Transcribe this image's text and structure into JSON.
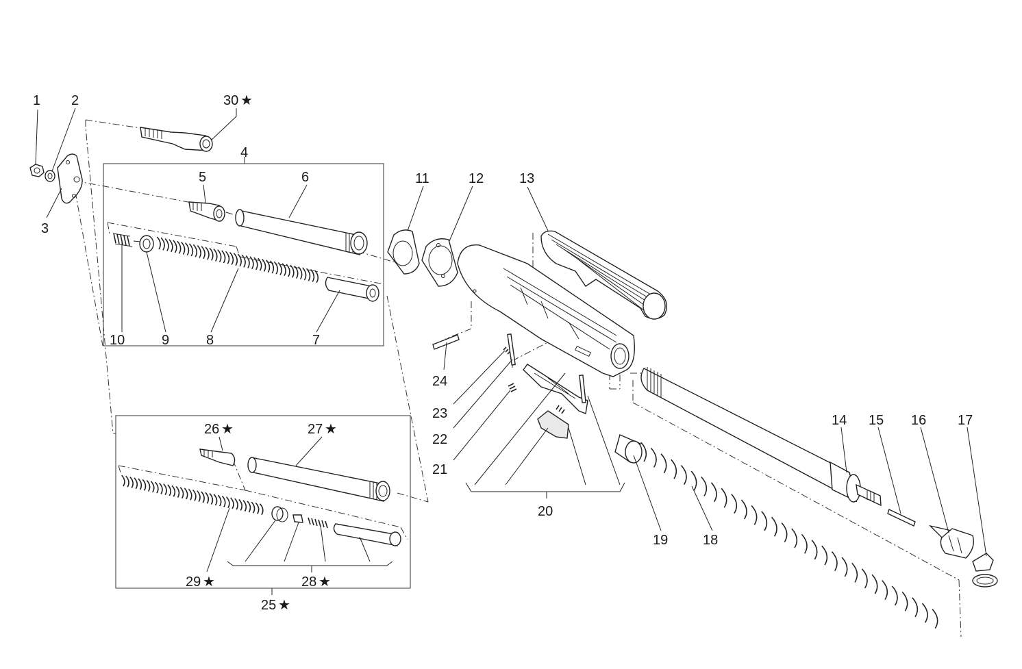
{
  "labels": {
    "p1": "1",
    "p2": "2",
    "p3": "3",
    "p4": "4",
    "p5": "5",
    "p6": "6",
    "p7": "7",
    "p8": "8",
    "p9": "9",
    "p10": "10",
    "p11": "11",
    "p12": "12",
    "p13": "13",
    "p14": "14",
    "p15": "15",
    "p16": "16",
    "p17": "17",
    "p18": "18",
    "p19": "19",
    "p20": "20",
    "p21": "21",
    "p22": "22",
    "p23": "23",
    "p24": "24",
    "p25": "25",
    "p26": "26",
    "p27": "27",
    "p28": "28",
    "p29": "29",
    "p30": "30"
  },
  "starred_parts": [
    "25",
    "26",
    "27",
    "28",
    "29",
    "30"
  ],
  "star_glyph": "★",
  "colors": {
    "line": "#222222",
    "background": "#ffffff"
  }
}
